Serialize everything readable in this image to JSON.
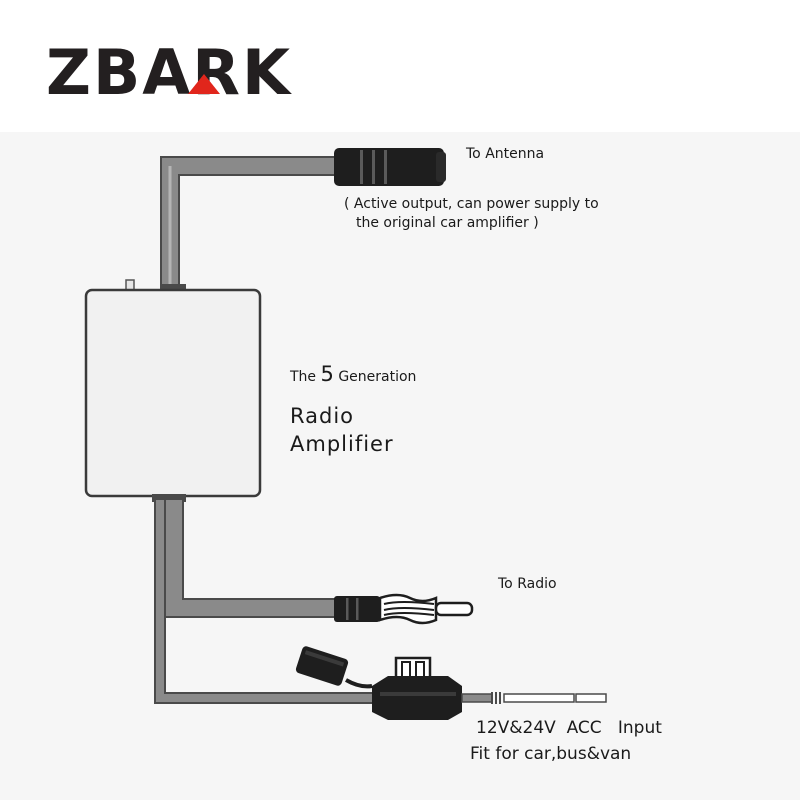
{
  "brand": {
    "logo_text": "ZBARK",
    "accent_color": "#e1261c",
    "text_color": "#231f20"
  },
  "labels": {
    "to_antenna": "To Antenna",
    "active_output_line1": "( Active output, can power supply to",
    "active_output_line2": "the original car amplifier )",
    "the": "The",
    "five": "5",
    "generation": "Generation",
    "radio": "Radio",
    "amplifier": "Amplifier",
    "to_radio": "To Radio",
    "power_input": "12V&24V  ACC   Input",
    "fit_for": "Fit for car,bus&van"
  },
  "colors": {
    "cable_fill": "#8a8a8a",
    "cable_outline": "#4a4a4a",
    "box_fill": "#f1f1f1",
    "connector_dark": "#1e1e1e"
  }
}
